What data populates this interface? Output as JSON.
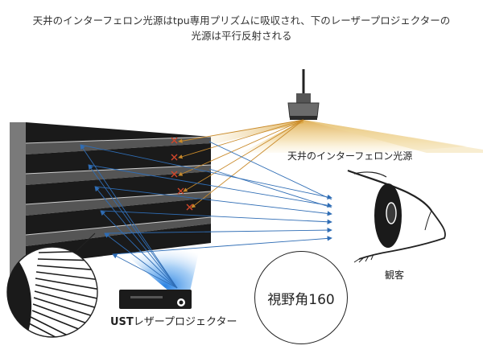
{
  "caption": {
    "line1": "天井のインターフェロン光源はtpu専用プリズムに吸収され、下のレーザープロジェクターの",
    "line2": "光源は平行反射される"
  },
  "labels": {
    "ceiling_light": "天井のインターフェロン光源",
    "viewer": "観客",
    "projector_bold": "UST",
    "projector_rest": "レザープロジェクター",
    "viewing_angle": "視野角160"
  },
  "colors": {
    "screen_dark": "#1a1a1a",
    "screen_mid": "#555555",
    "light_beam": "#e2b24d",
    "reflected_ray": "#2f6db5",
    "absorbed_mark": "#d2472b",
    "projector_glow": "#3d8fe0"
  },
  "icons": {
    "ceiling_lamp": "ceiling-lamp-icon",
    "eye": "eye-icon",
    "projector": "projector-icon",
    "magnifier": "magnifier-lens-icon"
  }
}
